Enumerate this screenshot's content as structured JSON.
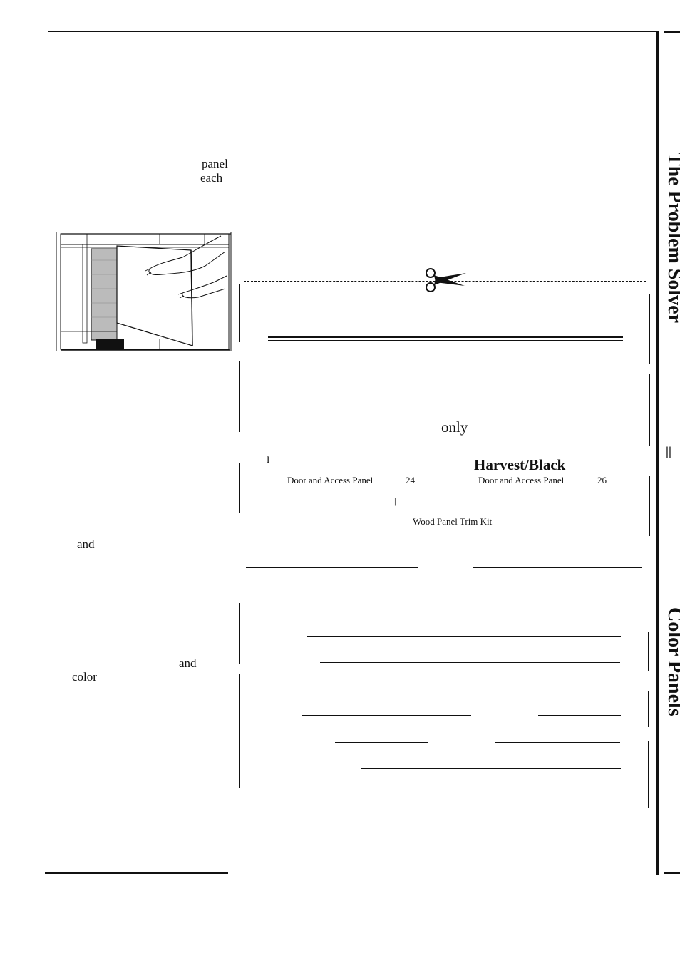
{
  "left_column": {
    "word_panel": "panel",
    "word_each": "each",
    "word_and_1": "and",
    "word_and_2": "and",
    "word_color": "color"
  },
  "coupon": {
    "word_only": "only",
    "bar_mark_1": "I",
    "bar_mark_2": "|",
    "harvest_black": "Harvest/Black",
    "door_panel_left": "Door and Access Panel",
    "size_left": "24",
    "door_panel_right": "Door and Access Panel",
    "size_right": "26",
    "wood_trim": "Wood Panel Trim Kit"
  },
  "sidebar": {
    "section_1": "The Problem Solver",
    "section_2": "Color Panels",
    "mark": "||"
  }
}
